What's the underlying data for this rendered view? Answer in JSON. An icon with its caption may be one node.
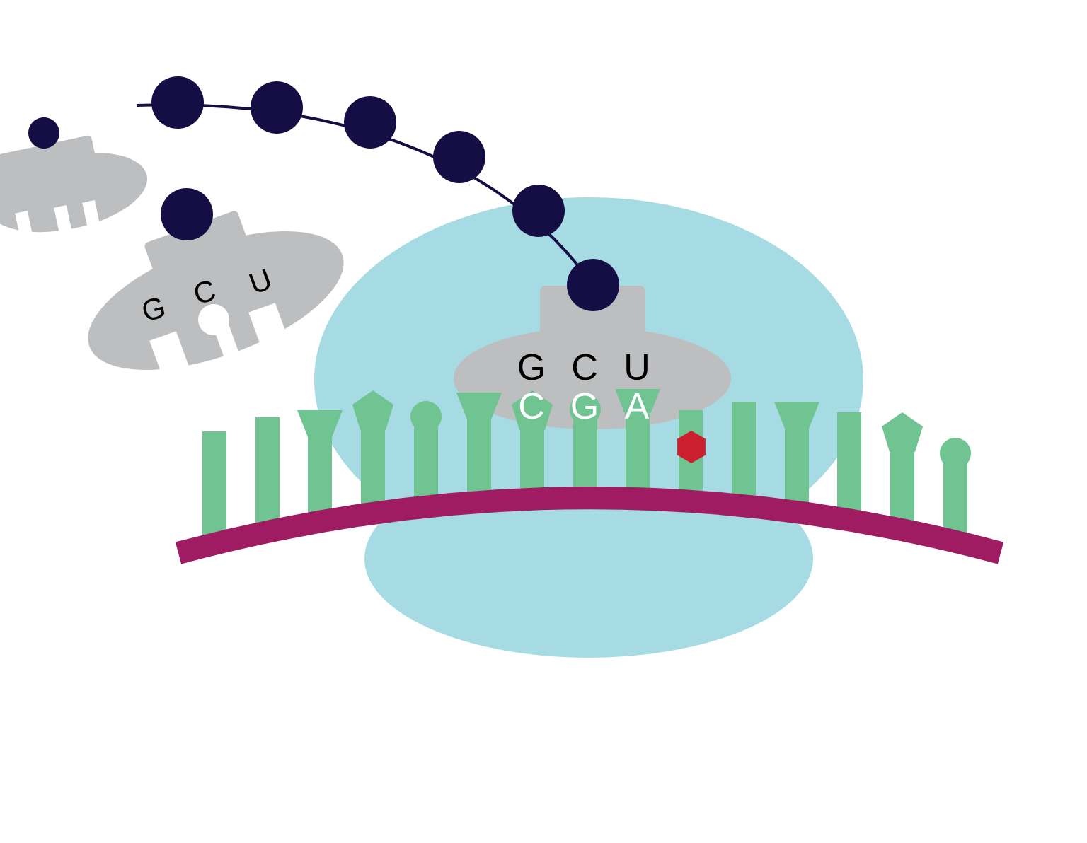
{
  "diagram": {
    "labels": [
      "G",
      "C",
      "U",
      "G",
      "C",
      "U",
      "C",
      "G",
      "A"
    ]
  }
}
